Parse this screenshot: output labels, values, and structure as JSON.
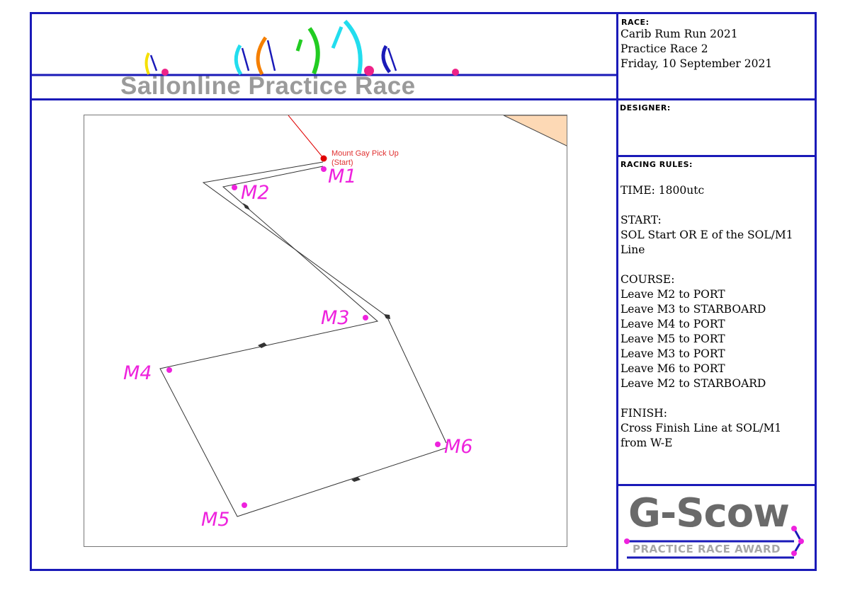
{
  "header": {
    "banner_title": "Sailonline Practice Race",
    "colors": {
      "frame": "#1a1ab8",
      "mark": "#ee22dd",
      "start": "#e00000",
      "land": "#fdd9b5"
    }
  },
  "race": {
    "label": "RACE:",
    "lines": [
      "Carib Rum Run 2021",
      "Practice Race 2",
      "Friday, 10 September 2021"
    ]
  },
  "designer": {
    "label": "DESIGNER:",
    "value": ""
  },
  "rules": {
    "label": "RACING RULES:",
    "time": "TIME: 1800utc",
    "start_heading": "START:",
    "start_lines": [
      "SOL Start OR E of the SOL/M1",
      "Line"
    ],
    "course_heading": "COURSE:",
    "course_lines": [
      "Leave M2 to PORT",
      "Leave M3 to STARBOARD",
      "Leave M4 to PORT",
      "Leave M5 to PORT",
      "Leave M3 to PORT",
      "Leave M6 to PORT",
      "Leave M2 to STARBOARD"
    ],
    "finish_heading": "FINISH:",
    "finish_lines": [
      "Cross Finish Line at SOL/M1",
      "from W-E"
    ]
  },
  "map": {
    "start_label_1": "Mount Gay Pick Up",
    "start_label_2": "(Start)",
    "marks": [
      "M1",
      "M2",
      "M3",
      "M4",
      "M5",
      "M6"
    ]
  },
  "award": {
    "title": "G-Scow",
    "subtitle": "PRACTICE RACE AWARD"
  }
}
